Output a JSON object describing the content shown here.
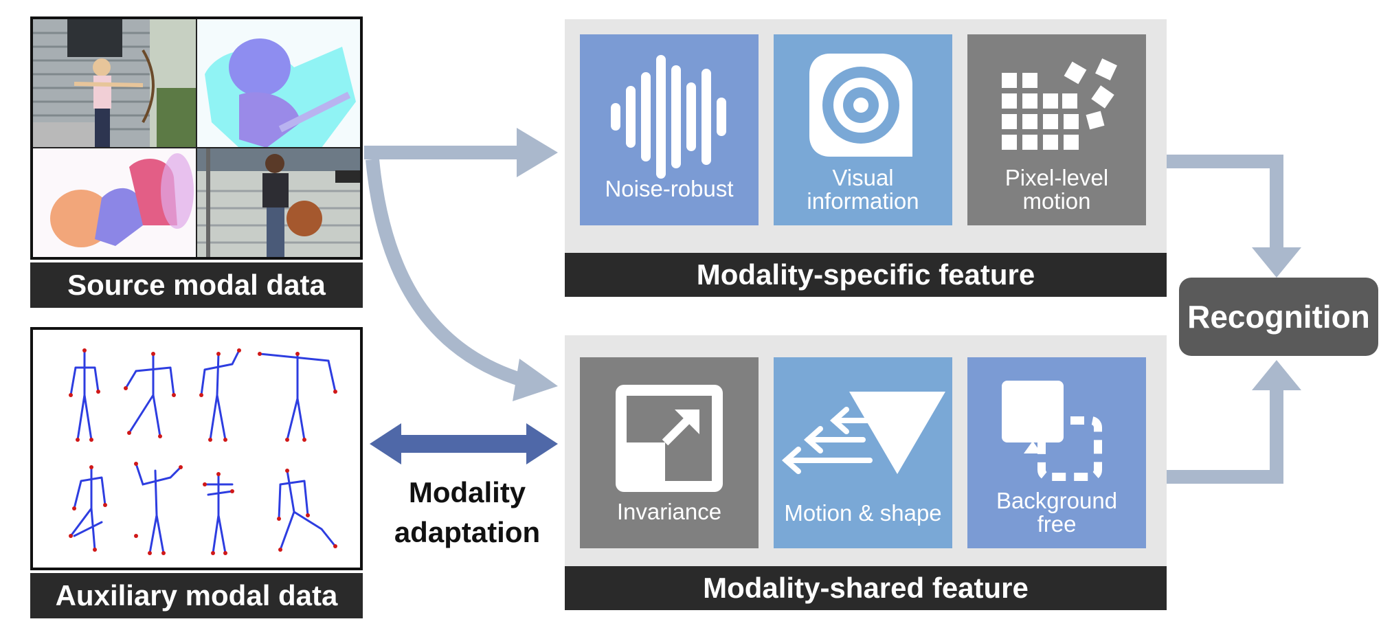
{
  "source": {
    "label": "Source modal data"
  },
  "auxiliary": {
    "label": "Auxiliary modal data"
  },
  "adaptation": {
    "line1": "Modality",
    "line2": "adaptation"
  },
  "specific": {
    "label": "Modality-specific feature",
    "tiles": [
      {
        "line1": "Noise-robust",
        "line2": "",
        "icon": "sound-wave-icon",
        "color": "#7b9bd4"
      },
      {
        "line1": "Visual",
        "line2": "information",
        "icon": "target-icon",
        "color": "#7aa8d6"
      },
      {
        "line1": "Pixel-level",
        "line2": "motion",
        "icon": "pixel-grid-icon",
        "color": "#808080"
      }
    ]
  },
  "shared": {
    "label": "Modality-shared feature",
    "tiles": [
      {
        "line1": "Invariance",
        "line2": "",
        "icon": "expand-arrow-icon",
        "color": "#808080"
      },
      {
        "line1": "Motion & shape",
        "line2": "",
        "icon": "motion-triangle-icon",
        "color": "#7aa8d6"
      },
      {
        "line1": "Background",
        "line2": "free",
        "icon": "shape-move-icon",
        "color": "#7b9bd4"
      }
    ]
  },
  "recognition": {
    "label": "Recognition"
  },
  "colors": {
    "arrow_light": "#aab8cc",
    "arrow_dark": "#4f68a8",
    "label_bg": "#2a2a2a",
    "panel_bg": "#e6e6e6"
  }
}
